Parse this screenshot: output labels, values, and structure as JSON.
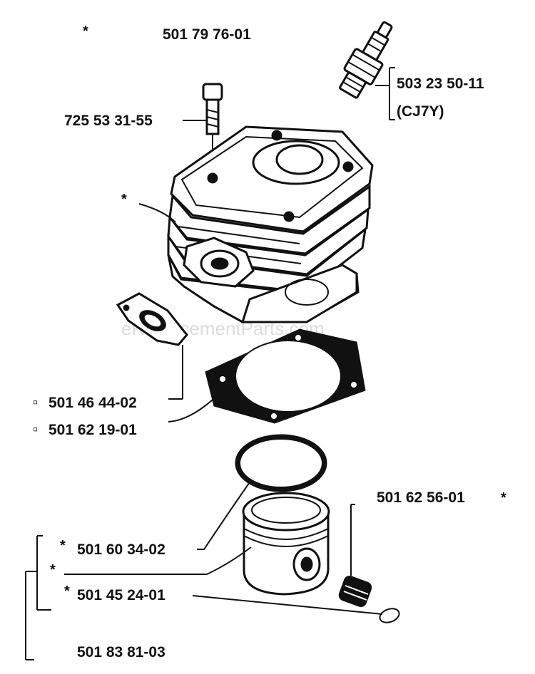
{
  "watermark": "eReplacementParts.com",
  "labels": {
    "top_kit": "501 79 76-01",
    "spark_plug": "503 23 50-11",
    "spark_plug_type": "(CJ7Y)",
    "bolt": "725 53 31-55",
    "exhaust_gasket": "501 46 44-02",
    "base_gasket": "501 62 19-01",
    "piston_pin_bearing": "501 62 56-01",
    "piston_ring": "501 60 34-02",
    "piston_assembly": "501 45 24-01",
    "piston_kit": "501 83 81-03"
  },
  "marks": {
    "asterisk": "*",
    "square": "▫"
  }
}
